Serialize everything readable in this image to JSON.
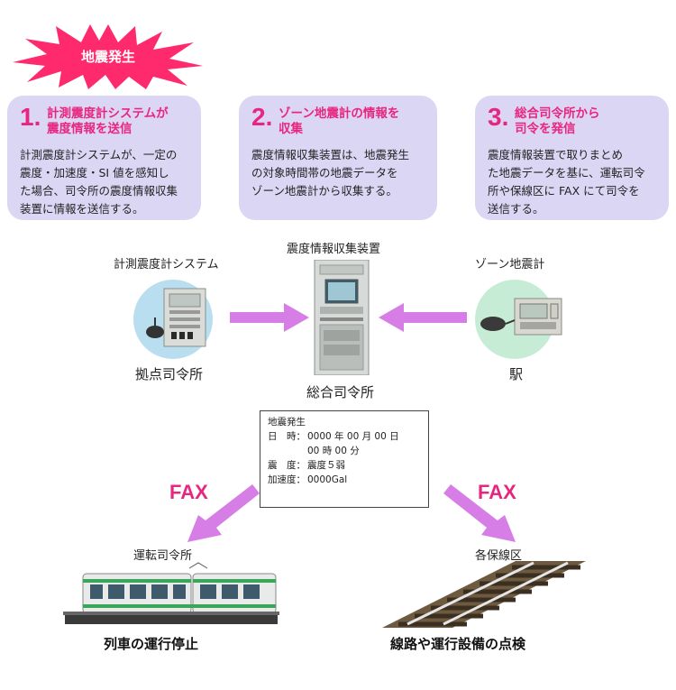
{
  "burst": {
    "label": "地震発生",
    "color": "#ff2a6d"
  },
  "steps": [
    {
      "num": "1.",
      "title": "計測震度計システムが\n震度情報を送信",
      "title_line1": "計測震度計システムが",
      "title_line2": "震度情報を送信",
      "body_lines": [
        "計測震度計システムが、一定の",
        "震度・加速度・SI 値を感知し",
        "た場合、司令所の震度情報収集",
        "装置に情報を送信する。"
      ]
    },
    {
      "num": "2.",
      "title_line1": "ゾーン地震計の情報を",
      "title_line2": "収集",
      "body_lines": [
        "震度情報収集装置は、地震発生",
        "の対象時間帯の地震データを",
        "ゾーン地震計から収集する。"
      ]
    },
    {
      "num": "3.",
      "title_line1": "総合司令所から",
      "title_line2": "司令を発信",
      "body_lines": [
        "震度情報装置で取りまとめ",
        "た地震データを基に、運転司令",
        "所や保線区に FAX にて司令を",
        "送信する。"
      ]
    }
  ],
  "nodes": {
    "left_top": "計測震度計システム",
    "left_bottom": "拠点司令所",
    "center_top": "震度情報収集装置",
    "center_bottom": "総合司令所",
    "right_top": "ゾーン地震計",
    "right_bottom": "駅"
  },
  "info_box": {
    "title": "地震発生",
    "rows": [
      {
        "key": "日　時：",
        "value": "0000 年 00 月 00 日"
      },
      {
        "key": "",
        "value": "00 時 00 分"
      },
      {
        "key": "震　度：",
        "value": "震度５弱"
      },
      {
        "key": "加速度：",
        "value": "0000Gal"
      }
    ]
  },
  "fax_left": "FAX",
  "fax_right": "FAX",
  "destinations": {
    "left_label": "運転司令所",
    "left_result": "列車の運行停止",
    "right_label": "各保線区",
    "right_result": "線路や運行設備の点検"
  },
  "colors": {
    "step_bg": "#dcd6f5",
    "accent_pink": "#e8267f",
    "arrow": "#d77ee6",
    "circle_left": "#b8def0",
    "circle_right": "#c7ecd6"
  }
}
